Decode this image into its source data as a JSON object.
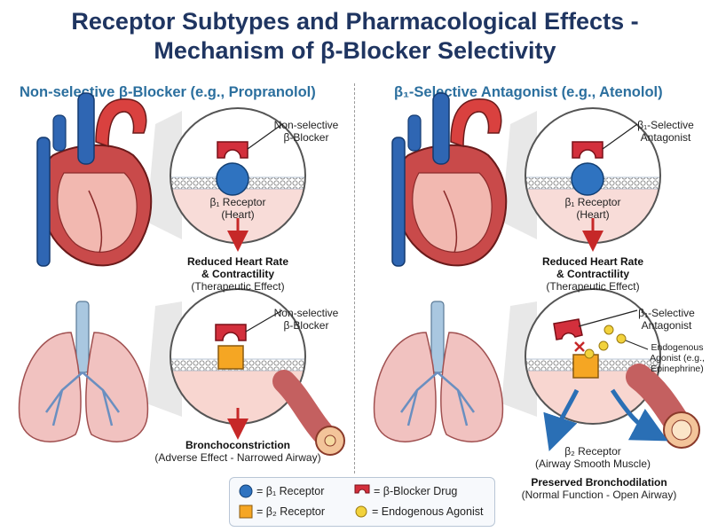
{
  "title": {
    "line1": "Receptor Subtypes and Pharmacological Effects -",
    "line2": "Mechanism of β-Blocker Selectivity"
  },
  "left_column": {
    "heading": "Non-selective β-Blocker (e.g., Propranolol)",
    "heart_panel": {
      "drug_label_line1": "Non-selective",
      "drug_label_line2": "β-Blocker",
      "receptor_label_line1": "β₁ Receptor",
      "receptor_label_line2": "(Heart)",
      "effect_line1": "Reduced Heart Rate",
      "effect_line2": "& Contractility",
      "effect_note": "(Therapeutic Effect)"
    },
    "lung_panel": {
      "drug_label_line1": "Non-selective",
      "drug_label_line2": "β-Blocker",
      "effect_line1": "Bronchoconstriction",
      "effect_note": "(Adverse Effect - Narrowed Airway)"
    }
  },
  "right_column": {
    "heading": "β₁-Selective Antagonist (e.g., Atenolol)",
    "heart_panel": {
      "drug_label_line1": "β₁-Selective",
      "drug_label_line2": "Antagonist",
      "receptor_label_line1": "β₁ Receptor",
      "receptor_label_line2": "(Heart)",
      "effect_line1": "Reduced Heart Rate",
      "effect_line2": "& Contractility",
      "effect_note": "(Therapeutic Effect)"
    },
    "lung_panel": {
      "drug_label_line1": "β₁-Selective",
      "drug_label_line2": "Antagonist",
      "agonist_label_line1": "Endogenous",
      "agonist_label_line2": "Agonist (e.g.,",
      "agonist_label_line3": "Epinephrine)",
      "receptor_label_line1": "β₂ Receptor",
      "receptor_label_line2": "(Airway Smooth Muscle)",
      "effect_line1": "Preserved Bronchodilation",
      "effect_note": "(Normal Function - Open Airway)"
    }
  },
  "legend": {
    "beta1": "= β₁ Receptor",
    "beta2": "= β₂ Receptor",
    "drug": "= β-Blocker Drug",
    "agonist": "= Endogenous Agonist"
  },
  "colors": {
    "title": "#1f3561",
    "heading": "#2b6f9e",
    "beta1_receptor": "#2f73c0",
    "beta2_receptor": "#f5a623",
    "drug": "#d32f3c",
    "agonist": "#f2d23c",
    "arrow_red": "#c62828",
    "arrow_blue": "#2a6fb5"
  },
  "icons": {
    "beta1": "blue-circle-icon",
    "beta2": "orange-square-icon",
    "drug": "red-drug-icon",
    "agonist": "yellow-dot-icon",
    "blocked": "red-x-icon"
  }
}
